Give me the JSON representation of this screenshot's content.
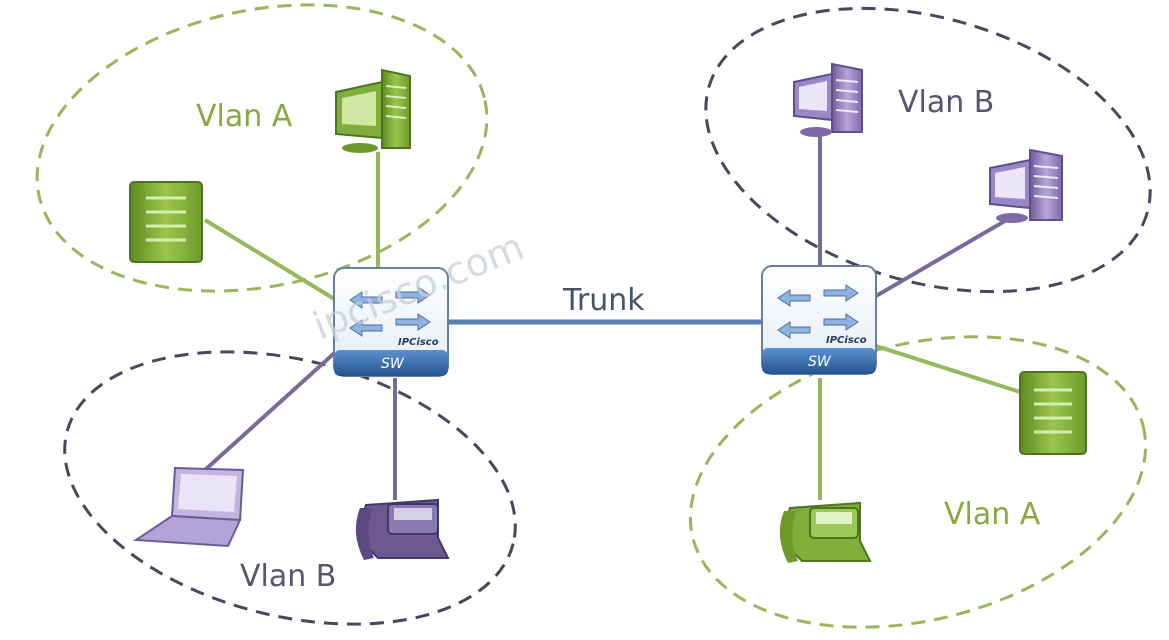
{
  "labels": {
    "vlan_a_top_left": "Vlan A",
    "vlan_b_bottom_left": "Vlan B",
    "vlan_b_top_right": "Vlan B",
    "vlan_a_bottom_right": "Vlan A",
    "trunk": "Trunk"
  },
  "switches": {
    "left": {
      "label": "SW",
      "brand": "IPCisco"
    },
    "right": {
      "label": "SW",
      "brand": "IPCisco"
    }
  },
  "watermark": "ipcisco.com",
  "colors": {
    "vlan_a": "#8aa840",
    "vlan_b": "#6a5a8a",
    "trunk": "#5a7fb0",
    "switch_band": "#2f6aad"
  }
}
